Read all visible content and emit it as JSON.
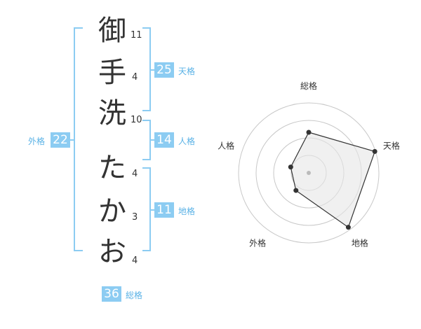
{
  "name": {
    "characters": [
      {
        "char": "御",
        "strokes": "11"
      },
      {
        "char": "手",
        "strokes": "4"
      },
      {
        "char": "洗",
        "strokes": "10"
      },
      {
        "char": "た",
        "strokes": "4"
      },
      {
        "char": "か",
        "strokes": "3"
      },
      {
        "char": "お",
        "strokes": "4"
      }
    ]
  },
  "kaku": {
    "tenkaku": {
      "value": "25",
      "label": "天格"
    },
    "jinkaku": {
      "value": "14",
      "label": "人格"
    },
    "chikaku": {
      "value": "11",
      "label": "地格"
    },
    "gaikaku": {
      "value": "22",
      "label": "外格"
    },
    "soukaku": {
      "value": "36",
      "label": "総格"
    }
  },
  "chart_data": {
    "type": "radar",
    "axes": [
      "総格",
      "天格",
      "地格",
      "外格",
      "人格"
    ],
    "values": [
      0.58,
      0.99,
      0.96,
      0.31,
      0.27
    ],
    "rings": 4,
    "colors": {
      "ring": "#c8c8c8",
      "fill": "#e6e6e6",
      "line": "#333333",
      "point": "#333333",
      "center": "#bbbbbb"
    }
  },
  "colors": {
    "accent": "#8cccf2",
    "accent_text": "#5ab2e6",
    "bracket": "#8cccf2"
  }
}
